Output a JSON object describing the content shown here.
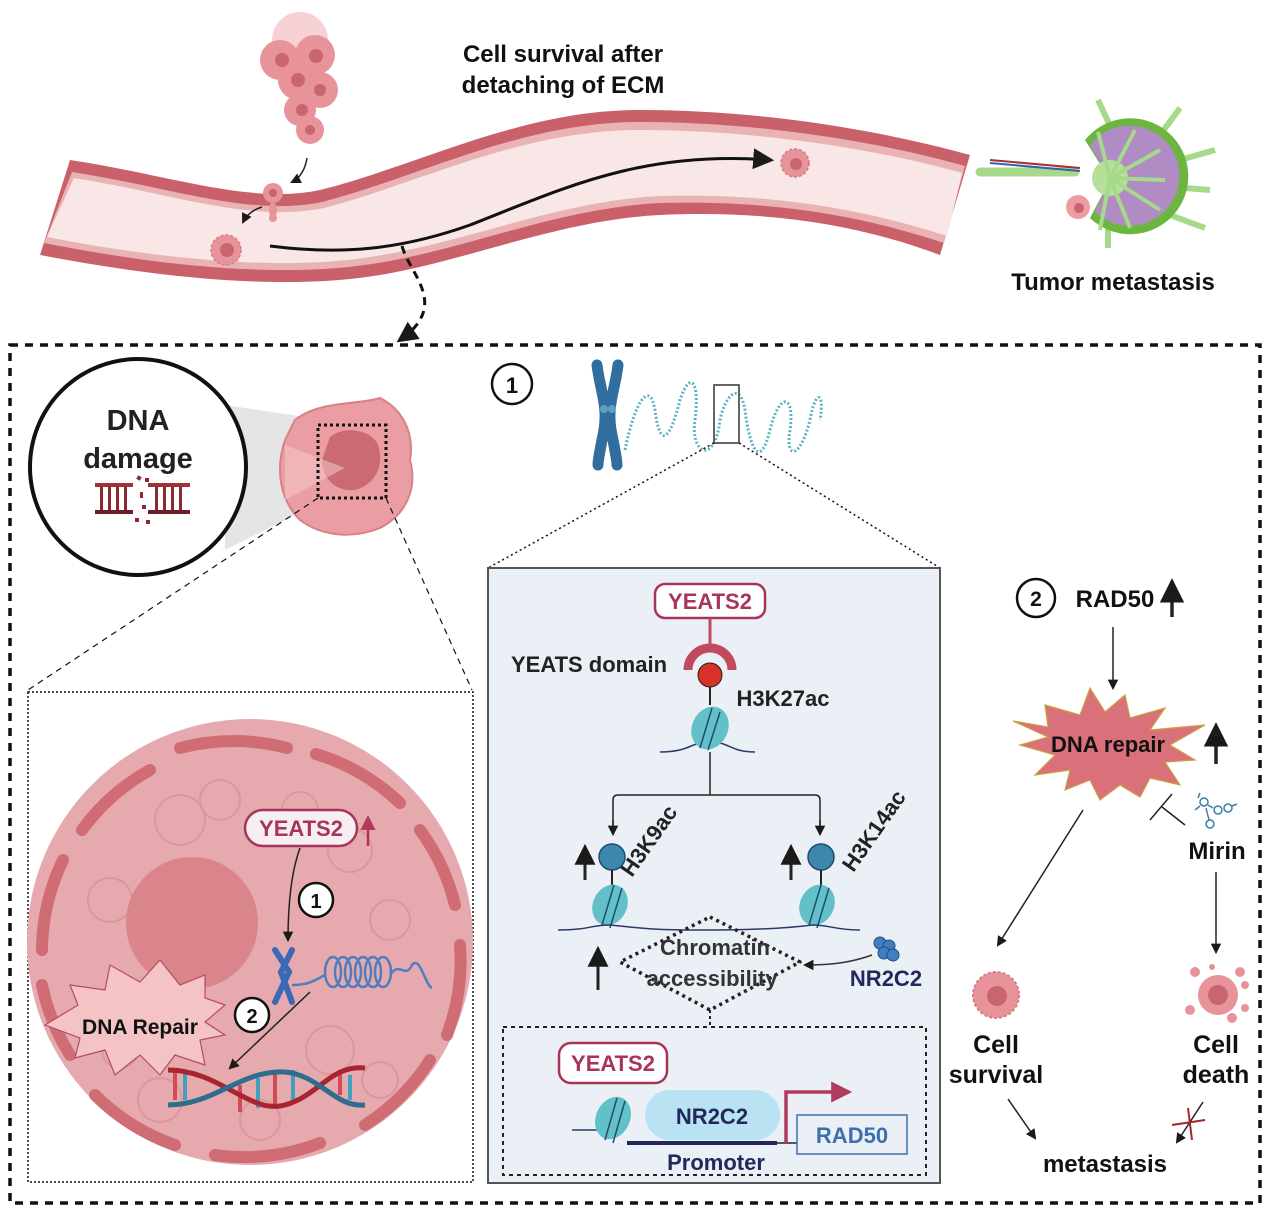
{
  "top": {
    "title_line1": "Cell survival after",
    "title_line2": "detaching of ECM",
    "metastasis_label": "Tumor metastasis"
  },
  "left_panel": {
    "dna_damage_line1": "DNA",
    "dna_damage_line2": "damage",
    "yeats2_label": "YEATS2",
    "step1": "1",
    "step2": "2",
    "dna_repair_label": "DNA Repair"
  },
  "center_panel": {
    "step_badge": "1",
    "yeats2_label": "YEATS2",
    "yeats_domain_label": "YEATS domain",
    "h3k27ac_label": "H3K27ac",
    "h3k9ac_label": "H3K9ac",
    "h3k14ac_label": "H3K14ac",
    "chromatin_line1": "Chromatin",
    "chromatin_line2": "accessibility",
    "nr2c2_label": "NR2C2",
    "promoter_box": {
      "yeats2_label": "YEATS2",
      "nr2c2_label": "NR2C2",
      "rad50_label": "RAD50",
      "promoter_label": "Promoter"
    }
  },
  "right_panel": {
    "step_badge": "2",
    "rad50_label": "RAD50",
    "dna_repair_label": "DNA repair",
    "mirin_label": "Mirin",
    "cell_survival_line1": "Cell",
    "cell_survival_line2": "survival",
    "cell_death_line1": "Cell",
    "cell_death_line2": "death",
    "metastasis_label": "metastasis"
  },
  "colors": {
    "vessel_dark": "#c9606a",
    "vessel_light": "#eab3b3",
    "vessel_lumen": "#f9e6e6",
    "cell_pink": "#e8939a",
    "nucleus": "#c8656e",
    "yeats_red": "#a8345a",
    "teal": "#4fb7c2",
    "chromosome_blue": "#2f6e9e",
    "navy": "#22285a",
    "panel_bg": "#eaf0f6",
    "rad50_blue": "#3d6fae",
    "lymph_green": "#6bb640",
    "lymph_purple": "#b18cc4",
    "starburst": "#d9707a"
  }
}
